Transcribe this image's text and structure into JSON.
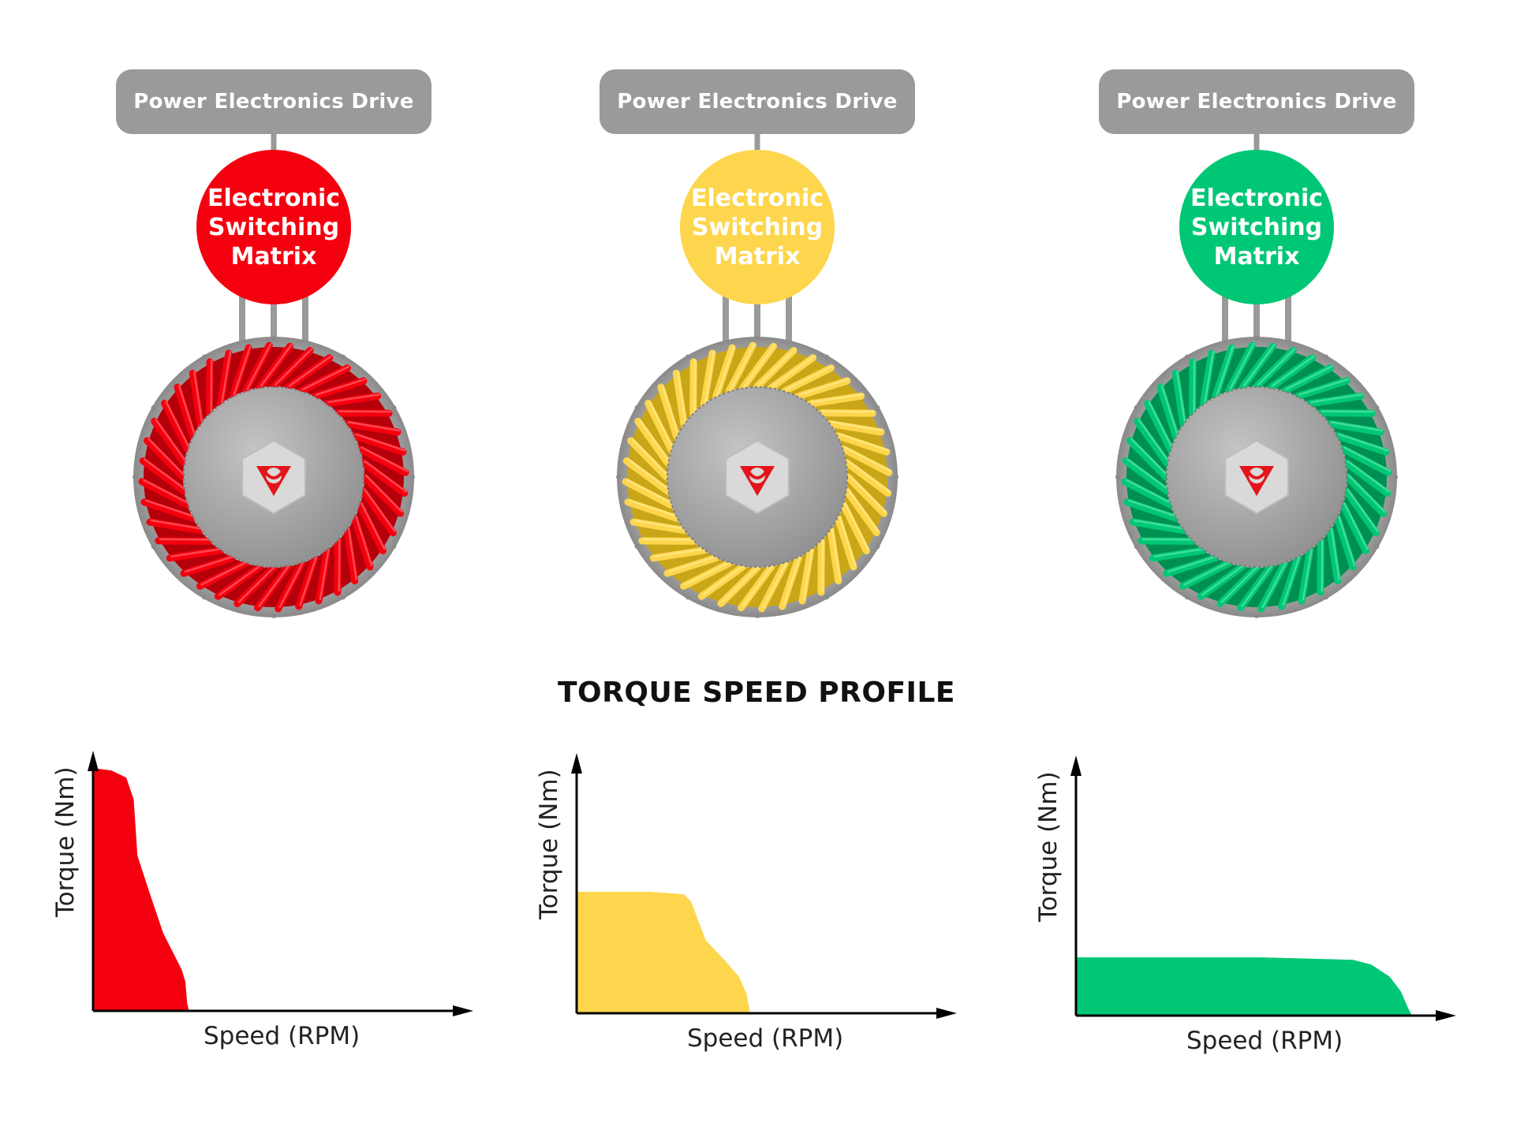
{
  "heading": "TORQUE SPEED PROFILE",
  "units": [
    {
      "drive_label": "Power Electronics Drive",
      "matrix_lines": [
        "Electronic",
        "Switching",
        "Matrix"
      ],
      "color": "#f5000e",
      "color_dark": "#b3000a",
      "color_light": "#ff5a63",
      "y_axis_label": "Torque (Nm)",
      "x_axis_label": "Speed (RPM)",
      "profile": [
        [
          0,
          1.0
        ],
        [
          5,
          0.99
        ],
        [
          9,
          0.96
        ],
        [
          11,
          0.87
        ],
        [
          12,
          0.64
        ],
        [
          15,
          0.5
        ],
        [
          19,
          0.32
        ],
        [
          22,
          0.23
        ],
        [
          24,
          0.17
        ],
        [
          25,
          0.12
        ],
        [
          25.5,
          0.03
        ],
        [
          26,
          0
        ]
      ]
    },
    {
      "drive_label": "Power Electronics Drive",
      "matrix_lines": [
        "Electronic",
        "Switching",
        "Matrix"
      ],
      "color": "#fdd64d",
      "color_dark": "#c9a518",
      "color_light": "#ffe98a",
      "y_axis_label": "Torque (Nm)",
      "x_axis_label": "Speed (RPM)",
      "profile": [
        [
          0,
          0.5
        ],
        [
          20,
          0.5
        ],
        [
          29,
          0.49
        ],
        [
          31,
          0.46
        ],
        [
          33,
          0.38
        ],
        [
          35,
          0.3
        ],
        [
          40,
          0.22
        ],
        [
          44,
          0.15
        ],
        [
          46,
          0.08
        ],
        [
          47,
          0
        ]
      ]
    },
    {
      "drive_label": "Power Electronics Drive",
      "matrix_lines": [
        "Electronic",
        "Switching",
        "Matrix"
      ],
      "color": "#00c775",
      "color_dark": "#008f52",
      "color_light": "#4fe3a3",
      "y_axis_label": "Torque (Nm)",
      "x_axis_label": "Speed (RPM)",
      "profile": [
        [
          0,
          0.24
        ],
        [
          50,
          0.24
        ],
        [
          75,
          0.23
        ],
        [
          80,
          0.21
        ],
        [
          85,
          0.16
        ],
        [
          88,
          0.1
        ],
        [
          90,
          0.03
        ],
        [
          91,
          0
        ]
      ]
    }
  ]
}
